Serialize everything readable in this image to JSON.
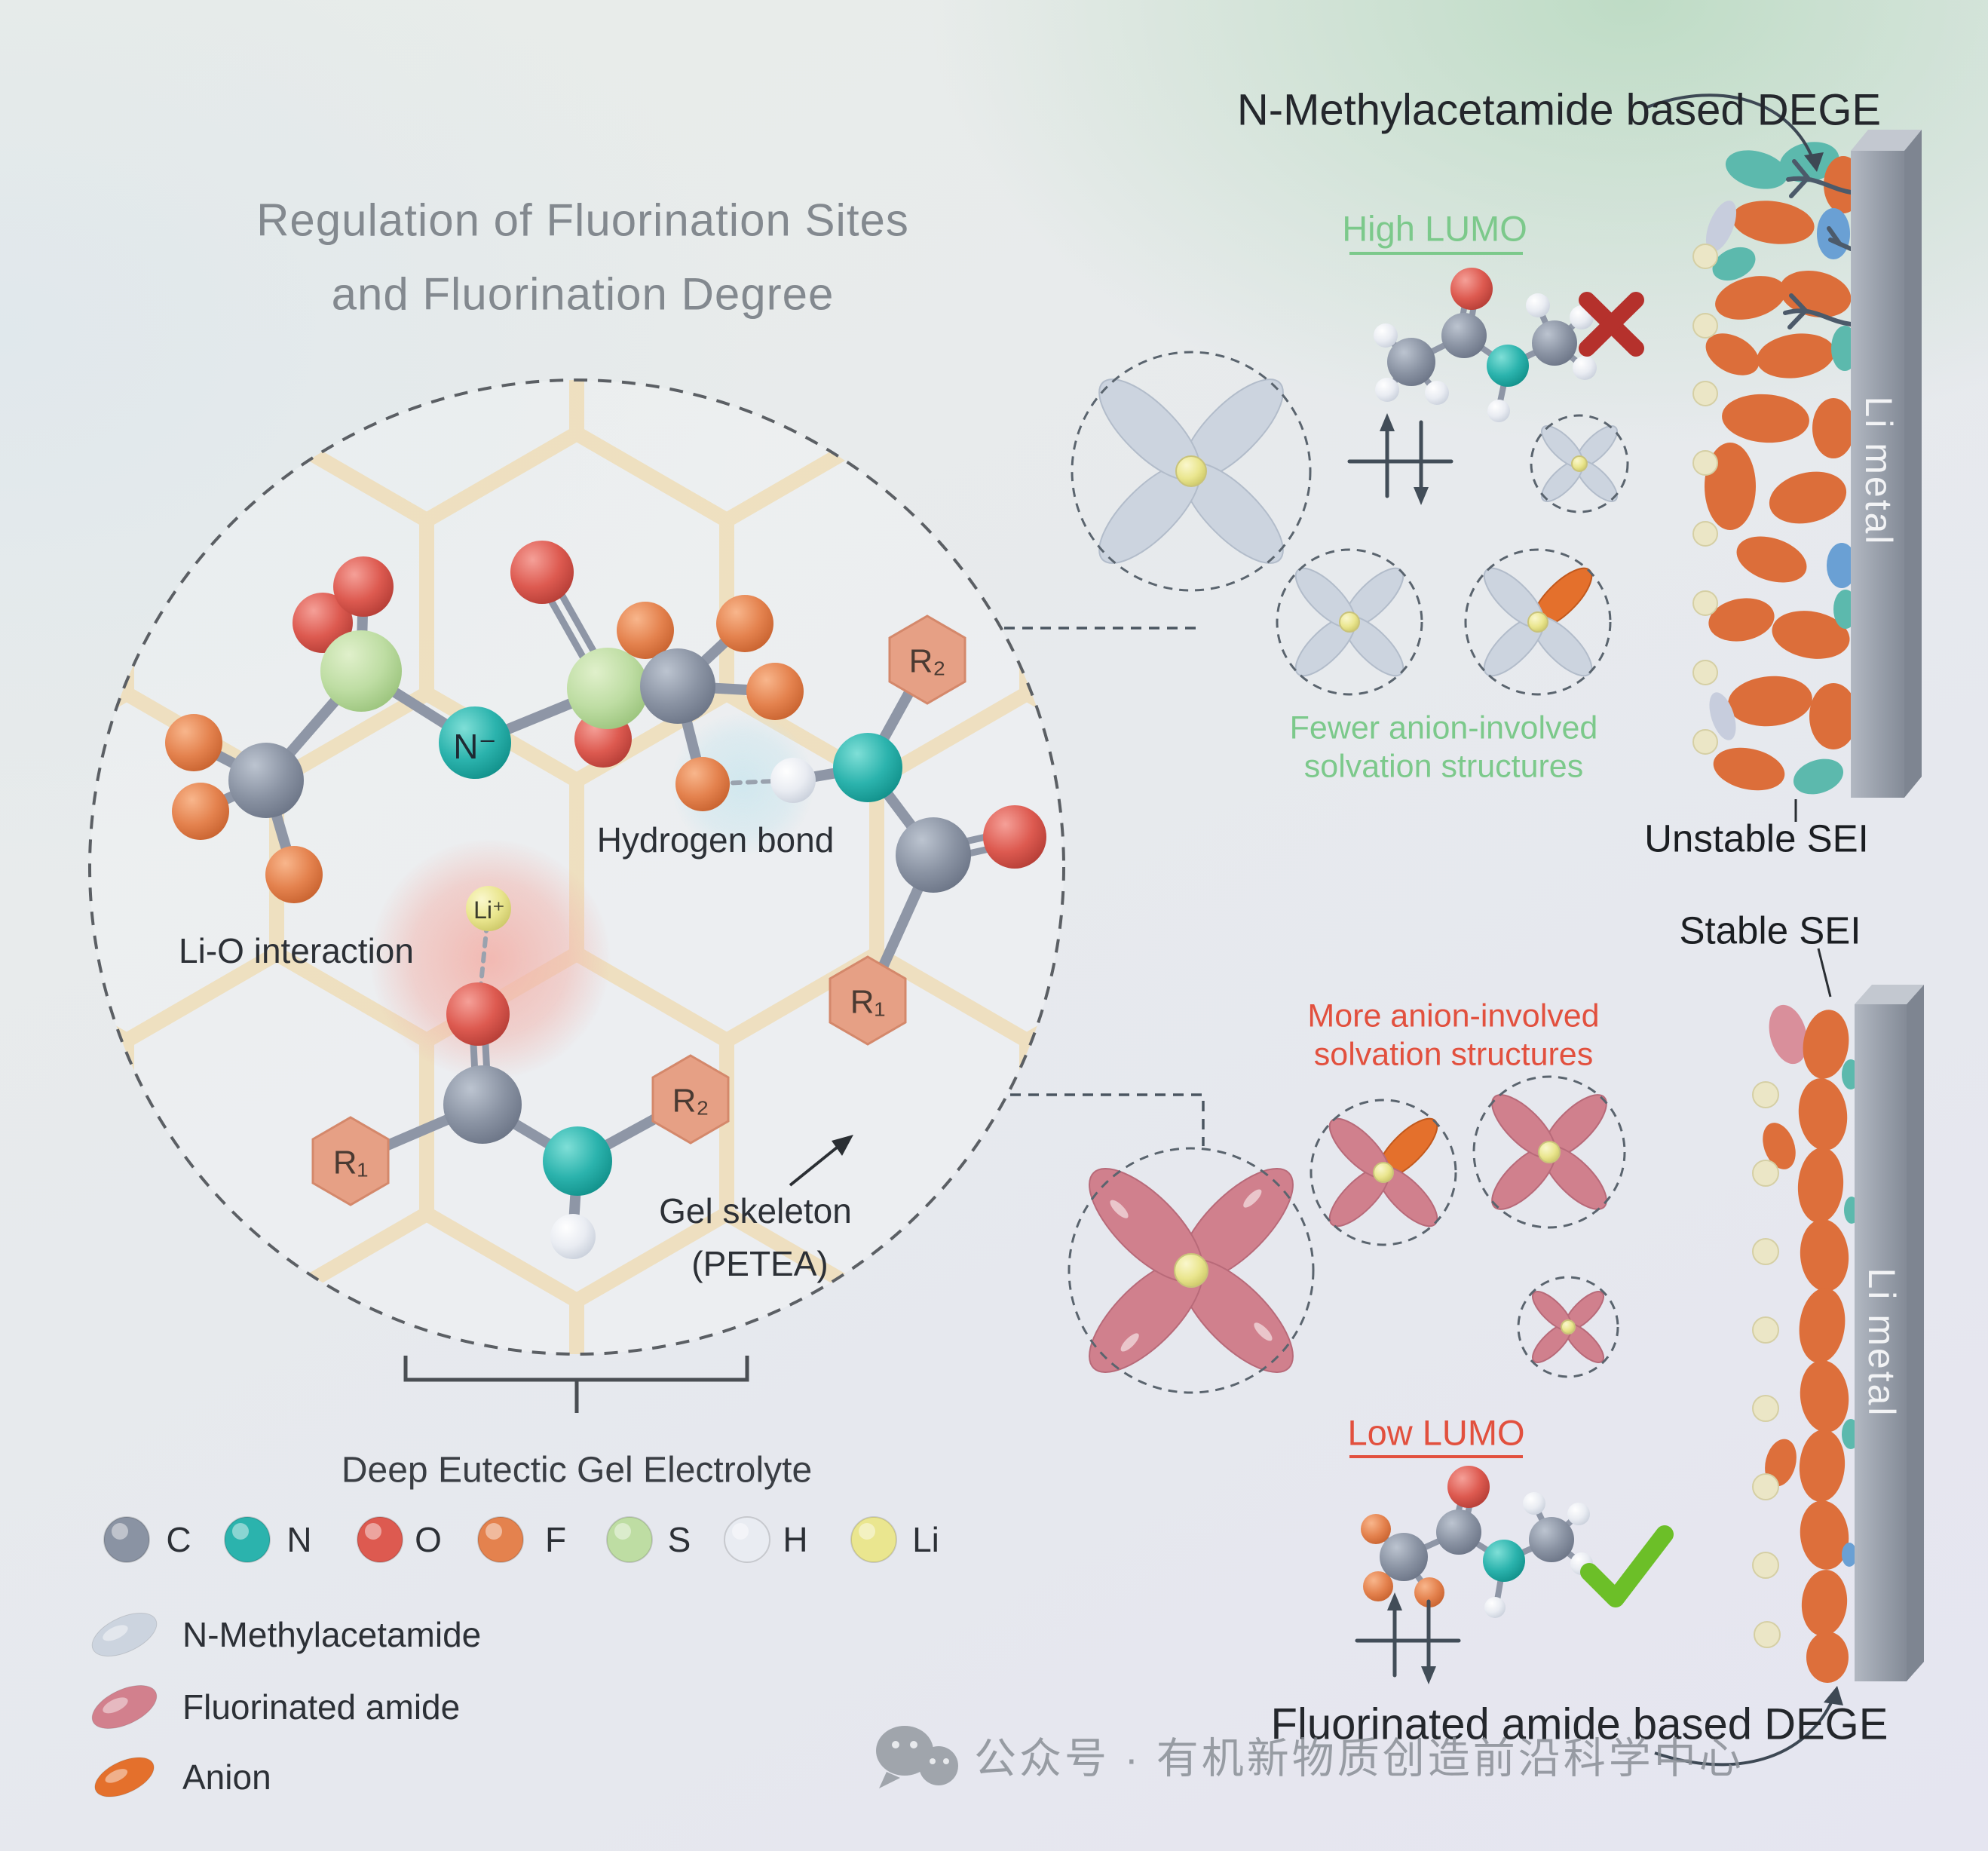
{
  "title": {
    "line1": "Regulation of Fluorination Sites",
    "line2": "and Fluorination Degree"
  },
  "headings": {
    "top_right": "N-Methylacetamide based DEGE",
    "bottom_right": "Fluorinated amide based DEGE"
  },
  "left_diagram": {
    "n_label": "N⁻",
    "hydrogen_bond": "Hydrogen bond",
    "li_o_interaction": "Li-O interaction",
    "li_ion": "Li⁺",
    "r1": "R₁",
    "r2": "R₂",
    "gel_skeleton_line1": "Gel skeleton",
    "gel_skeleton_line2": "(PETEA)",
    "caption": "Deep Eutectic Gel Electrolyte"
  },
  "top_right_panel": {
    "lumo_label": "High LUMO",
    "solvation_line1": "Fewer anion-involved",
    "solvation_line2": "solvation structures",
    "sei_label": "Unstable SEI",
    "li_metal": "Li metal",
    "accent_color": "#7cc98b"
  },
  "bottom_right_panel": {
    "sei_label": "Stable SEI",
    "solvation_line1": "More anion-involved",
    "solvation_line2": "solvation structures",
    "lumo_label": "Low LUMO",
    "li_metal": "Li metal",
    "accent_color": "#e2503e"
  },
  "legend": {
    "atoms": [
      {
        "label": "C",
        "color": "#8a93a3"
      },
      {
        "label": "N",
        "color": "#2bb3ad"
      },
      {
        "label": "O",
        "color": "#dd5a50"
      },
      {
        "label": "F",
        "color": "#e4824e"
      },
      {
        "label": "S",
        "color": "#bedda3"
      },
      {
        "label": "H",
        "color": "#e9ecf2"
      },
      {
        "label": "Li",
        "color": "#eae68f"
      }
    ],
    "species": [
      {
        "label": "N-Methylacetamide",
        "color": "#ccd4df"
      },
      {
        "label": "Fluorinated amide",
        "color": "#d2808d"
      },
      {
        "label": "Anion",
        "color": "#e4702c"
      }
    ]
  },
  "watermark": {
    "text": "公众号 · 有机新物质创造前沿科学中心"
  }
}
